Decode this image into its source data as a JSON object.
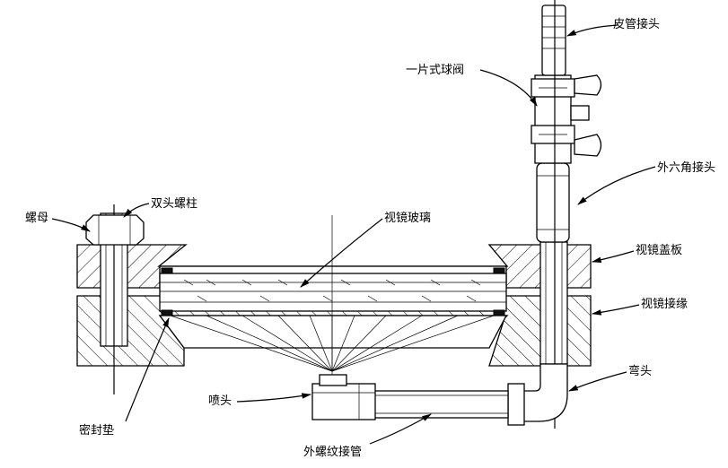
{
  "labels": {
    "hose_connector": "皮管接头",
    "ball_valve": "一片式球阀",
    "hex_connector": "外六角接头",
    "stud_bolt": "双头螺柱",
    "nut": "螺母",
    "sight_glass": "视镜玻璃",
    "cover_plate": "视镜盖板",
    "sight_flange": "视镜接缘",
    "elbow": "弯头",
    "nozzle": "喷头",
    "gasket": "密封垫",
    "threaded_pipe": "外螺纹接管"
  }
}
